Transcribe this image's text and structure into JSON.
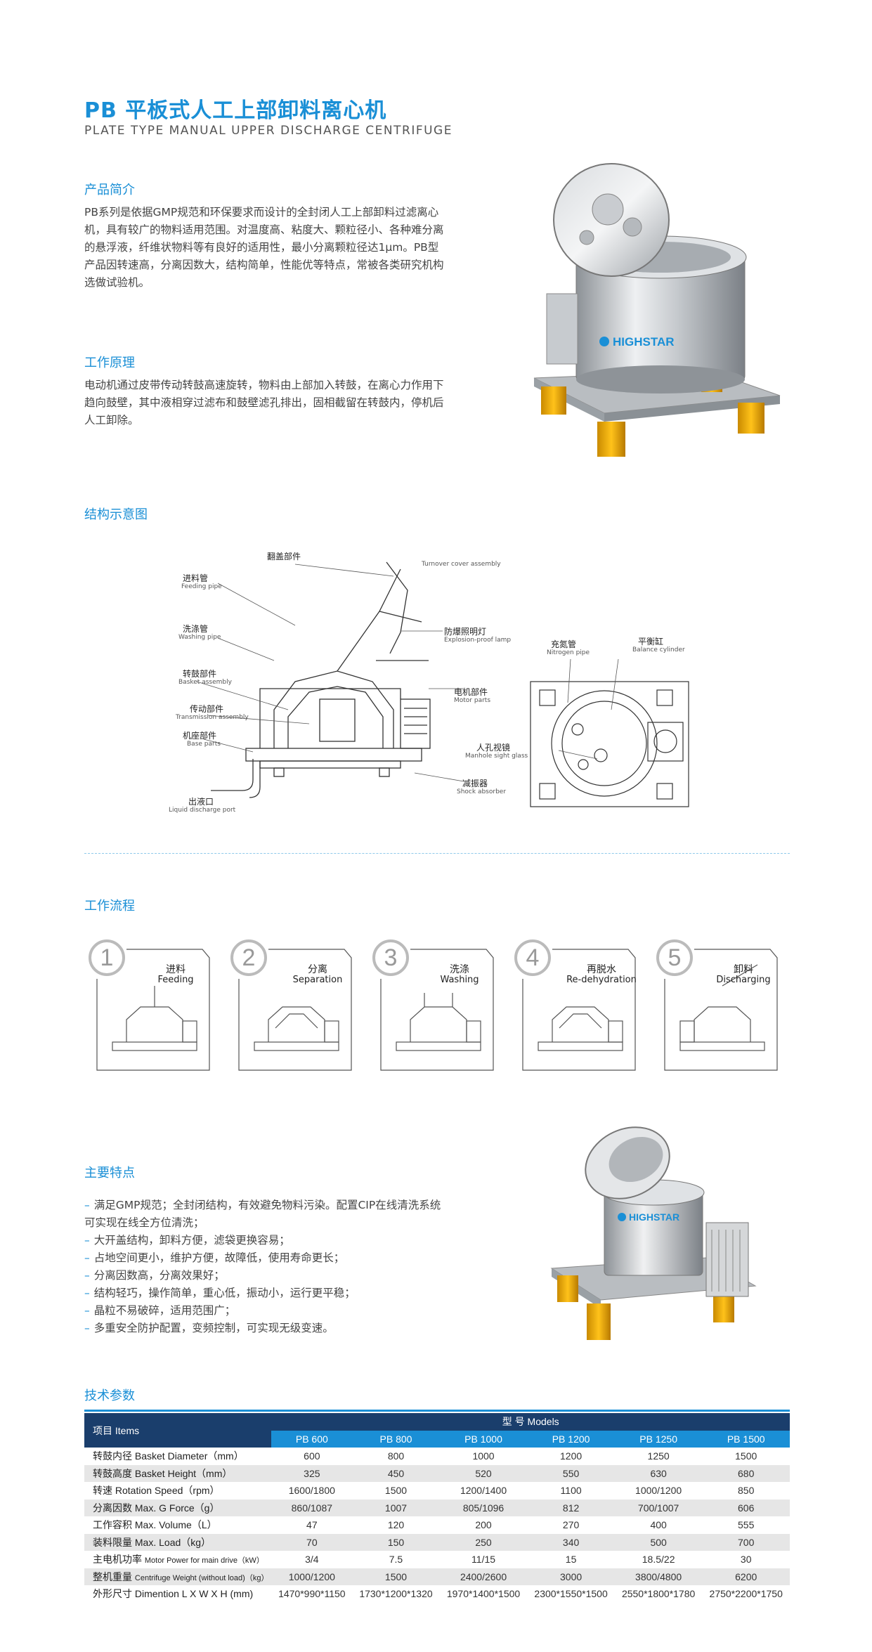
{
  "header": {
    "title_cn": "PB 平板式人工上部卸料离心机",
    "title_en": "PLATE TYPE MANUAL UPPER DISCHARGE CENTRIFUGE"
  },
  "intro": {
    "heading": "产品简介",
    "text": "PB系列是依据GMP规范和环保要求而设计的全封闭人工上部卸料过滤离心机，具有较广的物料适用范围。对温度高、粘度大、颗粒径小、各种难分离的悬浮液，纤维状物料等有良好的适用性，最小分离颗粒径达1μm。PB型产品因转速高，分离因数大，结构简单，性能优等特点，常被各类研究机构选做试验机。"
  },
  "principle": {
    "heading": "工作原理",
    "text": "电动机通过皮带传动转鼓高速旋转，物料由上部加入转鼓，在离心力作用下趋向鼓壁，其中液相穿过滤布和鼓壁滤孔排出，固相截留在转鼓内，停机后人工卸除。"
  },
  "brand": {
    "logo_text": "HIGHSTAR"
  },
  "structure": {
    "heading": "结构示意图",
    "labels": {
      "feeding_cn": "进料管",
      "feeding_en": "Feeding pipe",
      "washing_cn": "洗涤管",
      "washing_en": "Washing pipe",
      "basket_cn": "转鼓部件",
      "basket_en": "Basket assembly",
      "transmission_cn": "传动部件",
      "transmission_en": "Transmission assembly",
      "base_cn": "机座部件",
      "base_en": "Base parts",
      "discharge_cn": "出液口",
      "discharge_en": "Liquid discharge port",
      "turnover_cn": "翻盖部件",
      "turnover_en": "Turnover cover assembly",
      "lamp_cn": "防爆照明灯",
      "lamp_en": "Explosion-proof lamp",
      "motor_cn": "电机部件",
      "motor_en": "Motor parts",
      "shock_cn": "减振器",
      "shock_en": "Shock absorber",
      "nitrogen_cn": "充氮管",
      "nitrogen_en": "Nitrogen pipe",
      "balance_cn": "平衡缸",
      "balance_en": "Balance cylinder",
      "manhole_cn": "人孔视镜",
      "manhole_en": "Manhole sight glass"
    }
  },
  "process": {
    "heading": "工作流程",
    "steps": [
      {
        "num": "1",
        "cn": "进料",
        "en": "Feeding"
      },
      {
        "num": "2",
        "cn": "分离",
        "en": "Separation"
      },
      {
        "num": "3",
        "cn": "洗涤",
        "en": "Washing"
      },
      {
        "num": "4",
        "cn": "再脱水",
        "en": "Re-dehydration"
      },
      {
        "num": "5",
        "cn": "卸料",
        "en": "Discharging"
      }
    ]
  },
  "features": {
    "heading": "主要特点",
    "items": [
      "满足GMP规范；全封闭结构，有效避免物料污染。配置CIP在线清洗系统",
      "可实现在线全方位清洗；",
      "大开盖结构，卸料方便，滤袋更换容易；",
      "占地空间更小，维护方便，故障低，使用寿命更长；",
      "分离因数高，分离效果好；",
      "结构轻巧，操作简单，重心低，振动小，运行更平稳；",
      "晶粒不易破碎，适用范围广；",
      "多重安全防护配置，变频控制，可实现无级变速。"
    ]
  },
  "specs": {
    "heading": "技术参数",
    "item_header": "项目 Items",
    "models_header": "型 号 Models",
    "models": [
      "PB 600",
      "PB 800",
      "PB 1000",
      "PB 1200",
      "PB 1250",
      "PB 1500"
    ],
    "rows": [
      {
        "label": "转鼓内径 Basket Diameter（mm）",
        "values": [
          "600",
          "800",
          "1000",
          "1200",
          "1250",
          "1500"
        ]
      },
      {
        "label": "转鼓高度 Basket Height（mm）",
        "values": [
          "325",
          "450",
          "520",
          "550",
          "630",
          "680"
        ]
      },
      {
        "label": "转速 Rotation Speed（rpm）",
        "values": [
          "1600/1800",
          "1500",
          "1200/1400",
          "1100",
          "1000/1200",
          "850"
        ]
      },
      {
        "label": "分离因数 Max. G Force（g）",
        "values": [
          "860/1087",
          "1007",
          "805/1096",
          "812",
          "700/1007",
          "606"
        ]
      },
      {
        "label": "工作容积 Max. Volume（L）",
        "values": [
          "47",
          "120",
          "200",
          "270",
          "400",
          "555"
        ]
      },
      {
        "label": "装料限量 Max. Load（kg）",
        "values": [
          "70",
          "150",
          "250",
          "340",
          "500",
          "700"
        ]
      },
      {
        "label_cn": "主电机功率",
        "label_en": "Motor Power for main drive（kW）",
        "values": [
          "3/4",
          "7.5",
          "11/15",
          "15",
          "18.5/22",
          "30"
        ]
      },
      {
        "label_cn": "整机重量",
        "label_en": "Centrifuge Weight (without load)（kg）",
        "values": [
          "1000/1200",
          "1500",
          "2400/2600",
          "3000",
          "3800/4800",
          "6200"
        ]
      },
      {
        "label": "外形尺寸 Dimention L X W X H (mm)",
        "values": [
          "1470*990*1150",
          "1730*1200*1320",
          "1970*1400*1500",
          "2300*1550*1500",
          "2550*1800*1780",
          "2750*2200*1750"
        ]
      }
    ]
  }
}
